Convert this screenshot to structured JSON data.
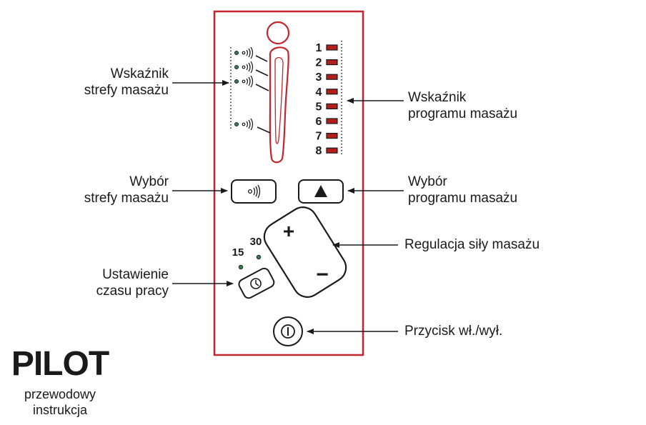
{
  "panel": {
    "border_color": "#c0272d",
    "led_color": "#b01e1e",
    "dot_color": "#2e7d4f",
    "program_numbers": [
      "1",
      "2",
      "3",
      "4",
      "5",
      "6",
      "7",
      "8"
    ],
    "timer_options": [
      "15",
      "30"
    ],
    "plus_symbol": "+",
    "minus_symbol": "−",
    "icons": [
      "vibration-icon",
      "up-triangle-icon",
      "clock-icon",
      "power-icon",
      "human-silhouette-icon"
    ]
  },
  "callouts": {
    "zone_indicator": [
      "Wskaźnik",
      "strefy masażu"
    ],
    "program_indicator": [
      "Wskaźnik",
      "programu masażu"
    ],
    "zone_select": [
      "Wybór",
      "strefy masażu"
    ],
    "program_select": [
      "Wybór",
      "programu masażu"
    ],
    "intensity": [
      "Regulacja siły masażu"
    ],
    "timer": [
      "Ustawienie",
      "czasu pracy"
    ],
    "power": [
      "Przycisk wł./wył."
    ]
  },
  "pilot": {
    "title": "PILOT",
    "subtitle_line1": "przewodowy",
    "subtitle_line2": "instrukcja"
  }
}
